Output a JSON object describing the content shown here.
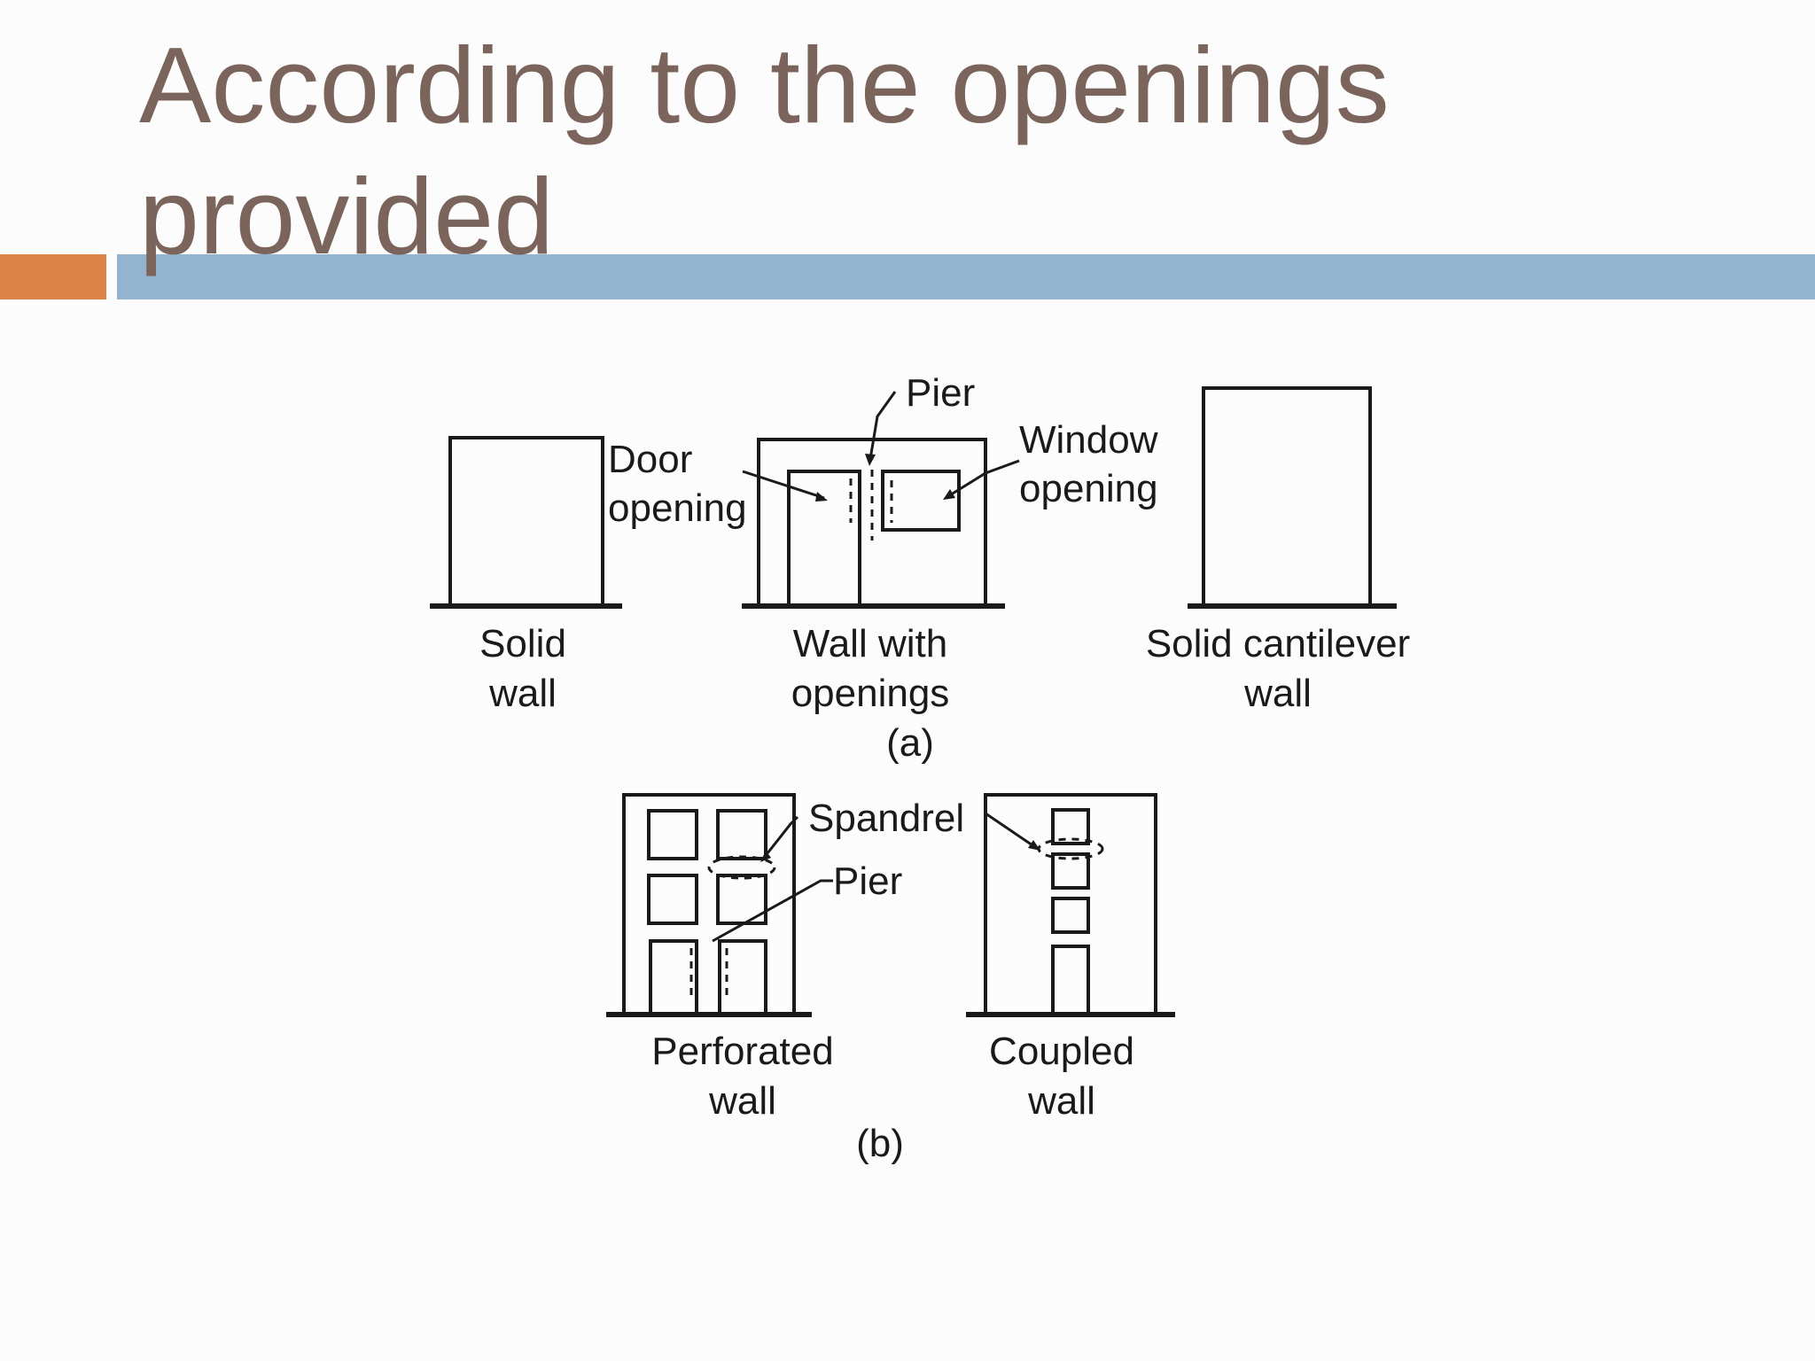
{
  "slide": {
    "title": "According to the openings provided",
    "accent_colors": {
      "title_text": "#7b645b",
      "bar_orange": "#dc8448",
      "bar_blue": "#94b3cf"
    }
  },
  "diagram": {
    "part_a": {
      "caption": "(a)",
      "solid_wall": {
        "label_line1": "Solid",
        "label_line2": "wall"
      },
      "wall_with_openings": {
        "label_line1": "Wall with",
        "label_line2": "openings",
        "callout_pier": "Pier",
        "callout_door_line1": "Door",
        "callout_door_line2": "opening",
        "callout_window_line1": "Window",
        "callout_window_line2": "opening"
      },
      "solid_cantilever_wall": {
        "label_line1": "Solid cantilever",
        "label_line2": "wall"
      }
    },
    "part_b": {
      "caption": "(b)",
      "perforated_wall": {
        "label_line1": "Perforated",
        "label_line2": "wall",
        "callout_spandrel": "Spandrel",
        "callout_pier": "Pier"
      },
      "coupled_wall": {
        "label_line1": "Coupled",
        "label_line2": "wall"
      }
    }
  }
}
